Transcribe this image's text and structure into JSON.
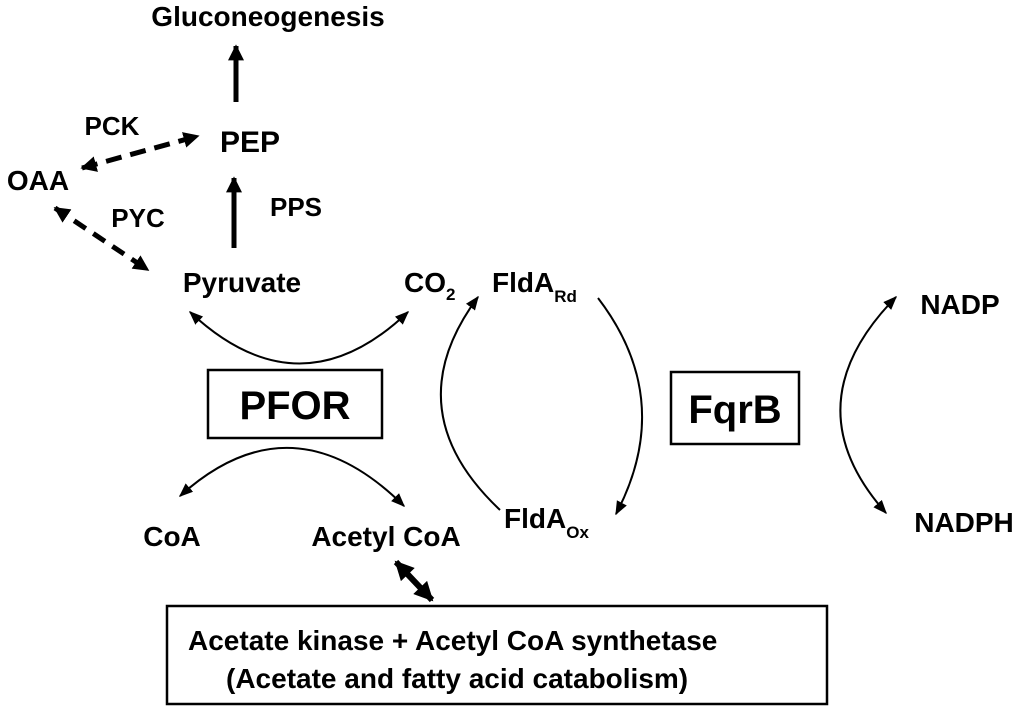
{
  "nodes": {
    "gluconeogenesis": "Gluconeogenesis",
    "pep": "PEP",
    "oaa": "OAA",
    "pyruvate": "Pyruvate",
    "co2": "CO",
    "co2_sub": "2",
    "flda_rd": "FldA",
    "flda_rd_sub": "Rd",
    "flda_ox": "FldA",
    "flda_ox_sub": "Ox",
    "coa": "CoA",
    "acetyl_coa": "Acetyl CoA",
    "nadp": "NADP",
    "nadph": "NADPH"
  },
  "enzymes": {
    "pck": "PCK",
    "pyc": "PYC",
    "pps": "PPS",
    "pfor": "PFOR",
    "fqrb": "FqrB"
  },
  "pathway_box": {
    "line1": "Acetate kinase + Acetyl CoA synthetase",
    "line2": "(Acetate and fatty acid catabolism)"
  }
}
